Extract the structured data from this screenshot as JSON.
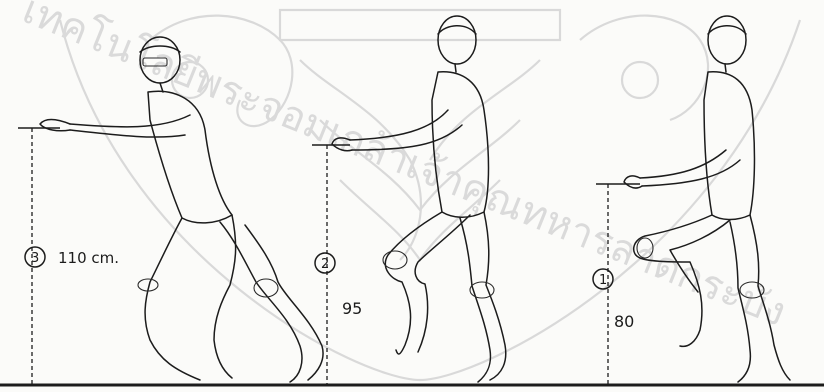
{
  "watermark": {
    "text": "เทคโนโลยีพระจอมเกล้าเจ้าคุณทหารลาดกระบัง",
    "color": "#dadada"
  },
  "stations": [
    {
      "number": "3",
      "height_label": "110 cm."
    },
    {
      "number": "2",
      "height_label": "95"
    },
    {
      "number": "1",
      "height_label": "80"
    }
  ],
  "colors": {
    "ink": "#1c1c1c",
    "paper": "#fbfbf9"
  }
}
